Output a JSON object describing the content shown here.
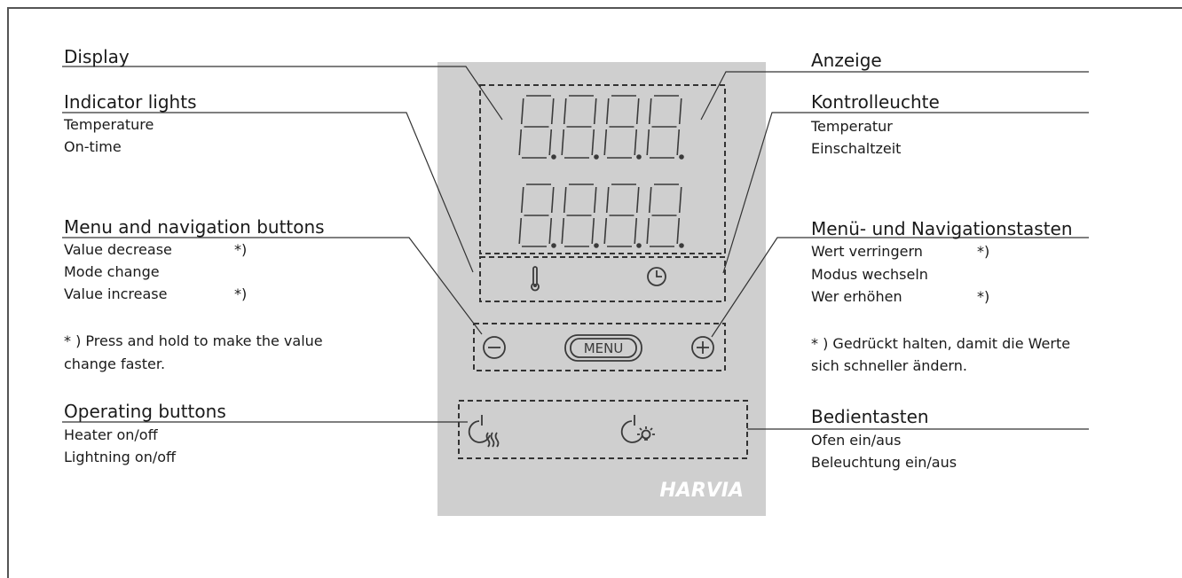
{
  "left": {
    "display": "Display",
    "indicator_title": "Indicator lights",
    "indicator_items": [
      "Temperature",
      "On-time"
    ],
    "menu_title": "Menu and navigation buttons",
    "menu_items": [
      "Value decrease",
      "Mode change",
      "Value increase"
    ],
    "menu_marks": [
      "*)",
      "*)"
    ],
    "note": [
      "* ) Press and hold to make the value",
      "change faster."
    ],
    "operating_title": "Operating buttons",
    "operating_items": [
      "Heater on/off",
      "Lightning on/off"
    ]
  },
  "right": {
    "display": "Anzeige",
    "indicator_title": "Kontrolleuchte",
    "indicator_items": [
      "Temperatur",
      "Einschaltzeit"
    ],
    "menu_title": "Menü- und Navigationstasten",
    "menu_items": [
      "Wert verringern",
      "Modus wechseln",
      "Wer erhöhen"
    ],
    "menu_marks": [
      "*)",
      "*)"
    ],
    "note": [
      "* ) Gedrückt halten, damit die Werte",
      "sich schneller ändern."
    ],
    "operating_title": "Bedientasten",
    "operating_items": [
      "Ofen ein/aus",
      "Beleuchtung ein/aus"
    ]
  },
  "panel": {
    "menu_button": "MENU",
    "brand": "HARVIA",
    "background": "#cfcfcf"
  },
  "icons": [
    "thermometer-icon",
    "clock-icon",
    "minus-icon",
    "plus-icon",
    "heater-power-icon",
    "light-power-icon"
  ]
}
